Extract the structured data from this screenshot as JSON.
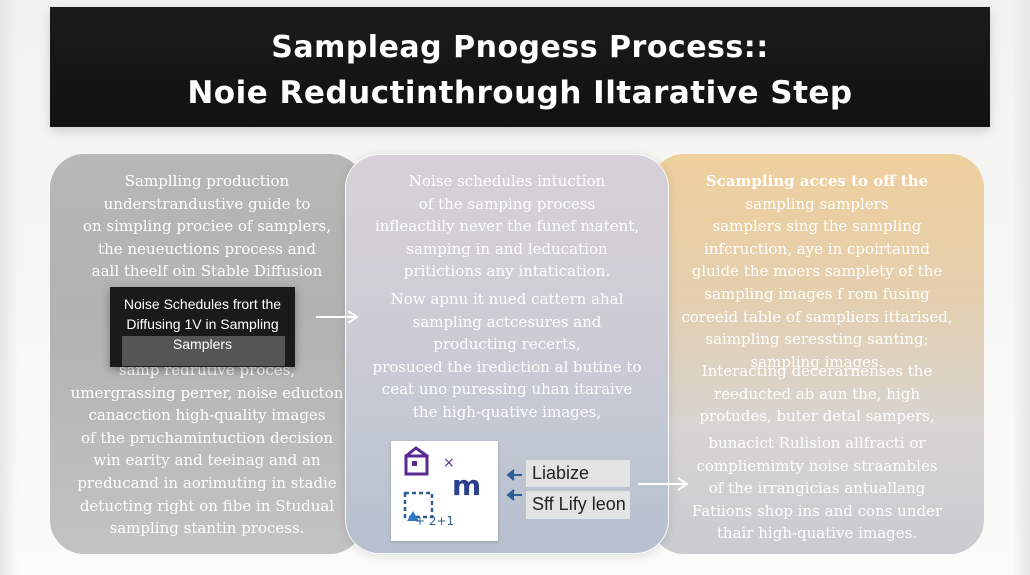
{
  "header": {
    "line1": "Sampleag Pnogess Process::",
    "line2": "Noie Reductinthrough Iltarative Step"
  },
  "left_panel": {
    "top_lines": [
      "Samplling production",
      "understrandustive guide to",
      "on simpling prociee of samplers,",
      "the neueuctions  process and",
      "aall theelf oin Stable Diffusion"
    ],
    "overlay_lines": [
      "Noise Schedules frort the",
      "Diffusing 1V in Sampling",
      "Samplers"
    ],
    "bottom_lines": [
      "samp redrutive proces,",
      "umergrassing perrer,  noise educton",
      "canacction high-quality images",
      "of the pruchamintuction decision",
      "win earity and teeinag and an",
      "preducand in aorimuting in stadie",
      "detucting right on fibe in Studual",
      "sampling stantin process."
    ]
  },
  "middle_panel": {
    "top_lines": [
      "Noise schedules intuction",
      "of the samping process",
      "infleactlily never the funef matent,",
      "samping in and leducation",
      "pritictions any intatication."
    ],
    "mid_lines": [
      "Now apnu it nued cattern ahal",
      "sampling actcesures and",
      "producting recerts,",
      "prosuced the irediction al butine to",
      "ceat uno puressing uhan itaraive",
      "the high-quative images,"
    ],
    "icon_card": {
      "icon_name": "sampler-diagram-icon",
      "letter": "m",
      "caption": "+ 2+1"
    },
    "labels": [
      "Liabize",
      "Sff Lify leon"
    ]
  },
  "right_panel": {
    "top_lines": [
      "Scampling acces to off the",
      "sampling samplers",
      "samplers sing the sampling",
      "infcruction, aye in cpoirtaund",
      "gluide the moers samplety of the",
      "sampling images f rom fusing",
      "coreeid table of sampliers ittarised,",
      "saimpling seressting santing;",
      "sampling images."
    ],
    "mid_lines": [
      "Interacting decerarnenses the",
      "reeducted ab aun the, high",
      "protudes, buter detal sampers,"
    ],
    "bottom_lines": [
      "bunacict Rulision allfracti or",
      "compliemimty noise straambles",
      "of the irrangicias antuallang",
      "Fatiions shop ins and cons under",
      "thair high-quative images."
    ]
  },
  "colors": {
    "header_bg": "#141414",
    "left_panel": "#b7b7b6",
    "middle_panel": "#cfcdd5",
    "right_panel_top": "#efcf9d",
    "icon_purple": "#5b2a91",
    "icon_blue": "#2f5d97"
  }
}
